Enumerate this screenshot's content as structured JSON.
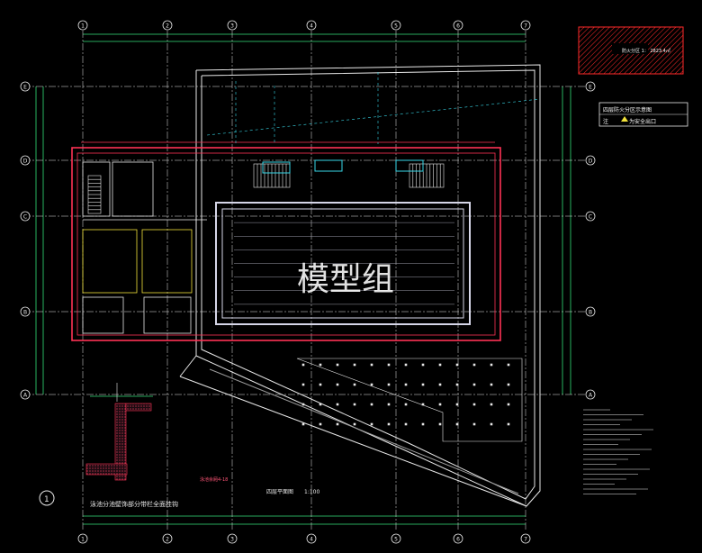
{
  "watermark": "模型组",
  "legend": {
    "title": "四层防火分区示意图",
    "note": "注",
    "exit_label": "为安全出口",
    "hatch_label": "防火分区  1：  2823.4㎡"
  },
  "captions": {
    "plan_title": "四层平面图",
    "plan_scale": "1:100",
    "detail_title": "泳池分池壁饰部分带栏全面挂钩",
    "detail_number": "1",
    "left_note": "泳池余厢4-18"
  },
  "grid": {
    "columns": [
      "1",
      "2",
      "3",
      "4",
      "5",
      "6",
      "7"
    ],
    "rows": [
      "E",
      "D",
      "C",
      "B",
      "A"
    ]
  },
  "colors": {
    "background": "#000000",
    "wall": "#ff3355",
    "dimension": "#34e27a",
    "axis": "#ffffff",
    "pool": "#d6d6e8",
    "hatch": "#ff2a2a",
    "text": "#e8e8e8",
    "cyan": "#38d8e8",
    "yellow": "#f2e23a"
  }
}
